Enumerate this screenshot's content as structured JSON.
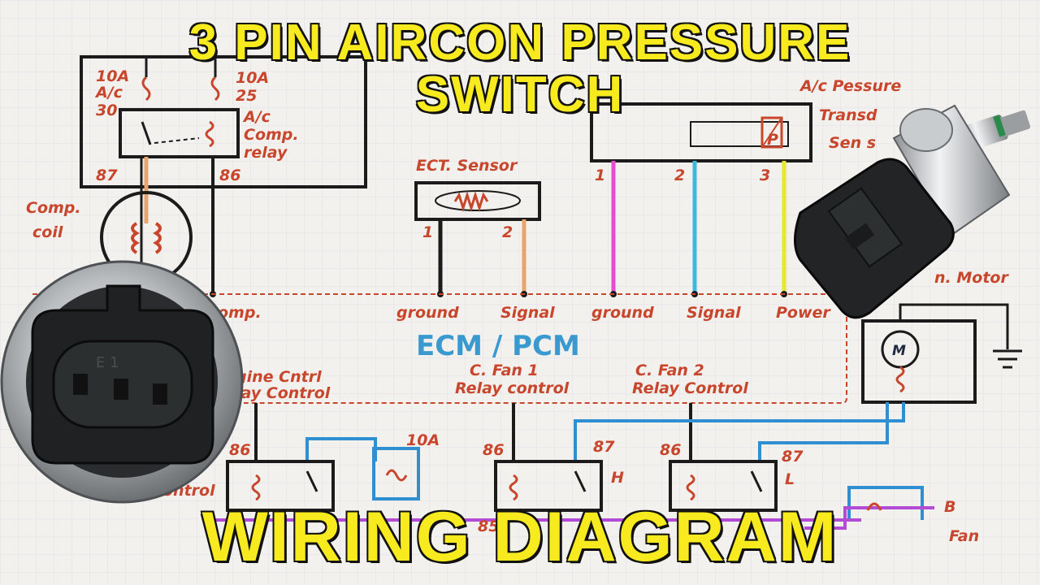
{
  "title": {
    "line1": "3 PIN AIRCON PRESSURE",
    "line2": "SWITCH",
    "line3": "WIRING DIAGRAM"
  },
  "relay_box": {
    "fuse_left": "10A",
    "fuse_left_sub": "A/c",
    "fuse_left_num": "30",
    "fuse_right": "10A",
    "fuse_right_num": "25",
    "relay_label": [
      "A/c",
      "Comp.",
      "relay"
    ],
    "pin_left": "87",
    "pin_right": "86"
  },
  "comp_coil": [
    "Comp.",
    "coil"
  ],
  "ect_sensor": {
    "label": "ECT. Sensor",
    "pin1": "1",
    "pin2": "2"
  },
  "transducer": {
    "label": [
      "A/c Pessure",
      "Transd",
      "Sen s"
    ],
    "pins": [
      "1",
      "2",
      "3"
    ],
    "p_symbol": "P"
  },
  "ecm": {
    "label": "ECM / PCM",
    "terminals": [
      "ground",
      "Signal",
      "ground",
      "Signal",
      "Power"
    ],
    "comp_label": "omp.",
    "controls": [
      "gine Cntrl",
      "lay Control",
      "C. Fan 1",
      "Relay control",
      "C. Fan 2",
      "Relay Control"
    ]
  },
  "fan_motor": {
    "label": "n. Motor",
    "m_symbol": "M"
  },
  "lower_relays": {
    "relay1": {
      "pin86": "86",
      "fuse": "10A",
      "side_label": "ontrol"
    },
    "relay2": {
      "pin86": "86",
      "pin87": "87",
      "letter": "H",
      "pin85": "85"
    },
    "relay3": {
      "pin86": "86",
      "pin87": "87",
      "letter": "L"
    },
    "right_labels": [
      "B",
      "Fan"
    ]
  },
  "colors": {
    "wire_black": "#1b1b1b",
    "wire_orange": "#e8a46c",
    "wire_magenta": "#e94bd0",
    "wire_cyan": "#3fb8e0",
    "wire_yellow": "#e6e92a",
    "wire_blue": "#2f8fd0",
    "wire_purple": "#b34bd6",
    "ink_red": "#c8462c",
    "ink_navy": "#1e2a44"
  }
}
